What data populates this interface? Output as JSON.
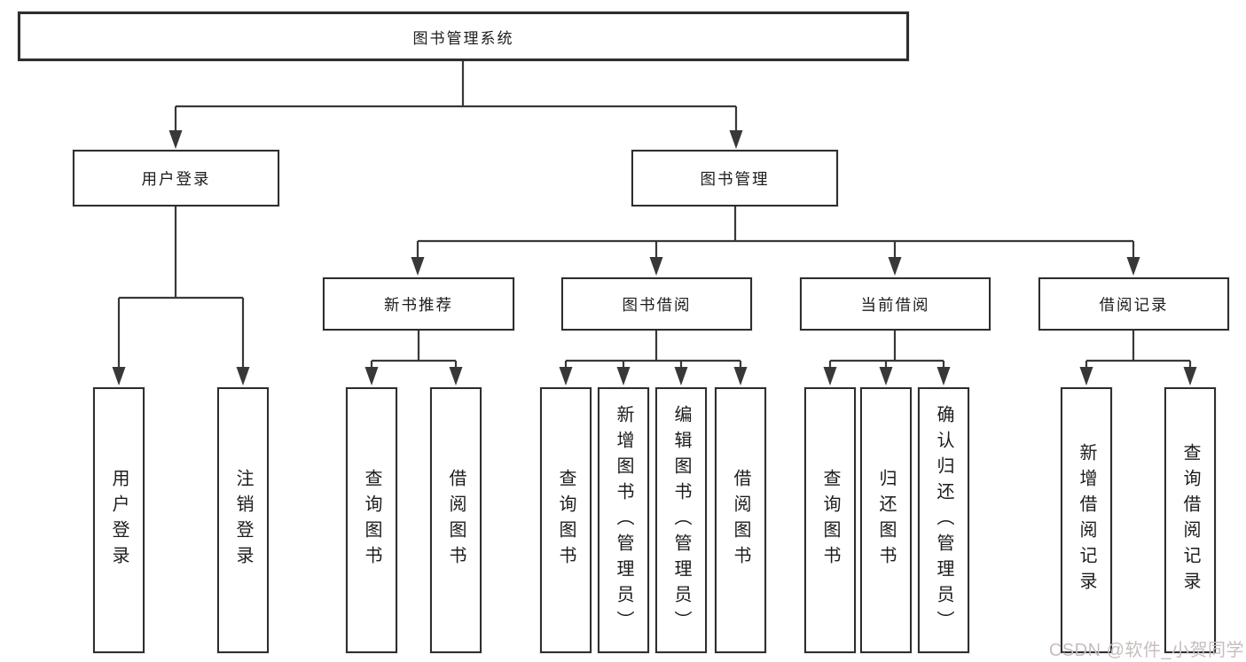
{
  "diagram": {
    "root": {
      "label": "图书管理系统"
    },
    "level2": [
      {
        "label": "用户登录"
      },
      {
        "label": "图书管理"
      }
    ],
    "level3": [
      {
        "label": "新书推荐"
      },
      {
        "label": "图书借阅"
      },
      {
        "label": "当前借阅"
      },
      {
        "label": "借阅记录"
      }
    ],
    "leaves": [
      {
        "label": "用户登录"
      },
      {
        "label": "注销登录"
      },
      {
        "label": "查询图书"
      },
      {
        "label": "借阅图书"
      },
      {
        "label": "查询图书"
      },
      {
        "label": "新增图书（管理员）"
      },
      {
        "label": "编辑图书（管理员）"
      },
      {
        "label": "借阅图书"
      },
      {
        "label": "查询图书"
      },
      {
        "label": "归还图书"
      },
      {
        "label": "确认归还（管理员）"
      },
      {
        "label": "新增借阅记录"
      },
      {
        "label": "查询借阅记录"
      }
    ],
    "colors": {
      "line": "#383838",
      "border": "#2e2e2e",
      "text": "#1c1c1c",
      "background": "#ffffff"
    }
  },
  "watermark": {
    "text": "CSDN @软件_小贺同学",
    "color": "#c7bdbd"
  }
}
